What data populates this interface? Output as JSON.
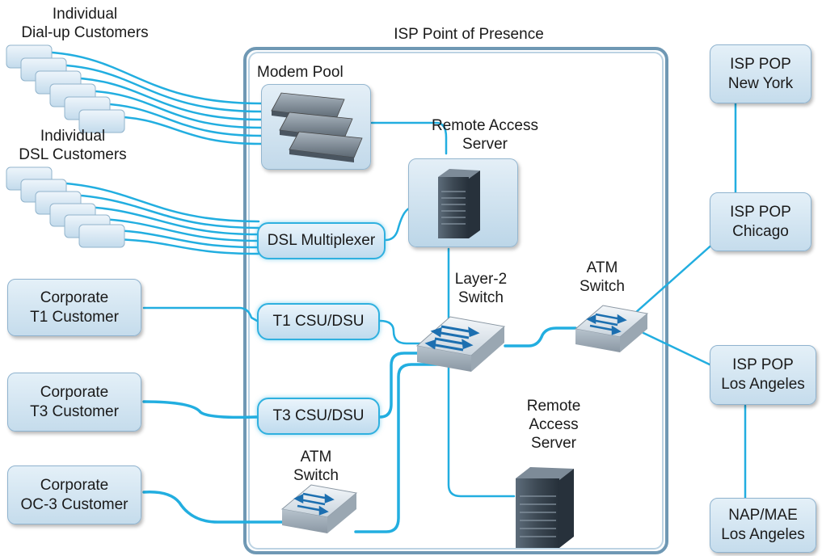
{
  "title": "ISP Point of Presence",
  "customers": {
    "dialup_label": [
      "Individual",
      "Dial-up Customers"
    ],
    "dsl_label": [
      "Individual",
      "DSL Customers"
    ],
    "t1": [
      "Corporate",
      "T1 Customer"
    ],
    "t3": [
      "Corporate",
      "T3 Customer"
    ],
    "oc3": [
      "Corporate",
      "OC-3 Customer"
    ]
  },
  "pop_devices": {
    "modem_pool": "Modem Pool",
    "ras_top": [
      "Remote Access",
      "Server"
    ],
    "dsl_mux": "DSL Multiplexer",
    "t1_csu": "T1 CSU/DSU",
    "t3_csu": "T3 CSU/DSU",
    "layer2": [
      "Layer-2",
      "Switch"
    ],
    "atm_inner": [
      "ATM",
      "Switch"
    ],
    "atm_outer": [
      "ATM",
      "Switch"
    ],
    "ras_bottom": [
      "Remote",
      "Access",
      "Server"
    ]
  },
  "remote_pops": {
    "ny": [
      "ISP POP",
      "New York"
    ],
    "chi": [
      "ISP POP",
      "Chicago"
    ],
    "la": [
      "ISP POP",
      "Los Angeles"
    ],
    "nap": [
      "NAP/MAE",
      "Los Angeles"
    ]
  },
  "colors": {
    "link": "#22aee0",
    "pop_border": "#6f98b4",
    "box_fill": "#cfe2ef"
  }
}
